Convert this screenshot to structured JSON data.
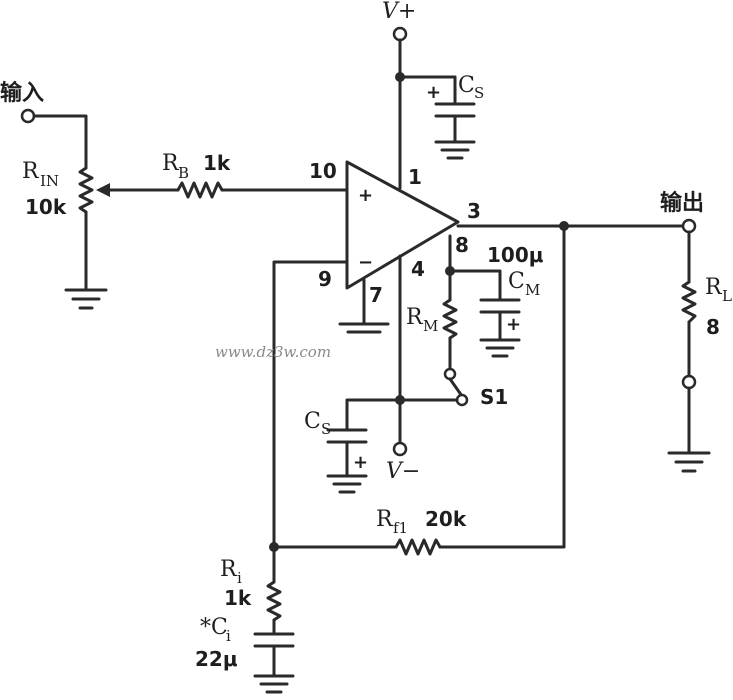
{
  "labels": {
    "vplus": "V+",
    "vminus": "V−",
    "input": "输入",
    "output": "输出",
    "rin": "R",
    "rin_sub": "IN",
    "rin_val": "10k",
    "rb": "R",
    "rb_sub": "B",
    "rb_val": "1k",
    "cs_top": "C",
    "cs_top_sub": "S",
    "cs_bot": "C",
    "cs_bot_sub": "S",
    "cm_val": "100μ",
    "cm": "C",
    "cm_sub": "M",
    "rm": "R",
    "rm_sub": "M",
    "s1": "S1",
    "rl": "R",
    "rl_sub": "L",
    "rl_val": "8",
    "rf1": "R",
    "rf1_sub": "f1",
    "rf1_val": "20k",
    "ri": "R",
    "ri_sub": "i",
    "ri_val": "1k",
    "ci": "*C",
    "ci_sub": "i",
    "ci_val": "22μ",
    "plus_in": "+",
    "minus_in": "−",
    "cap_plus": "+",
    "watermark": "www.dz3w.com"
  },
  "pins": {
    "p1": "1",
    "p3": "3",
    "p4": "4",
    "p7": "7",
    "p8": "8",
    "p9": "9",
    "p10": "10"
  }
}
